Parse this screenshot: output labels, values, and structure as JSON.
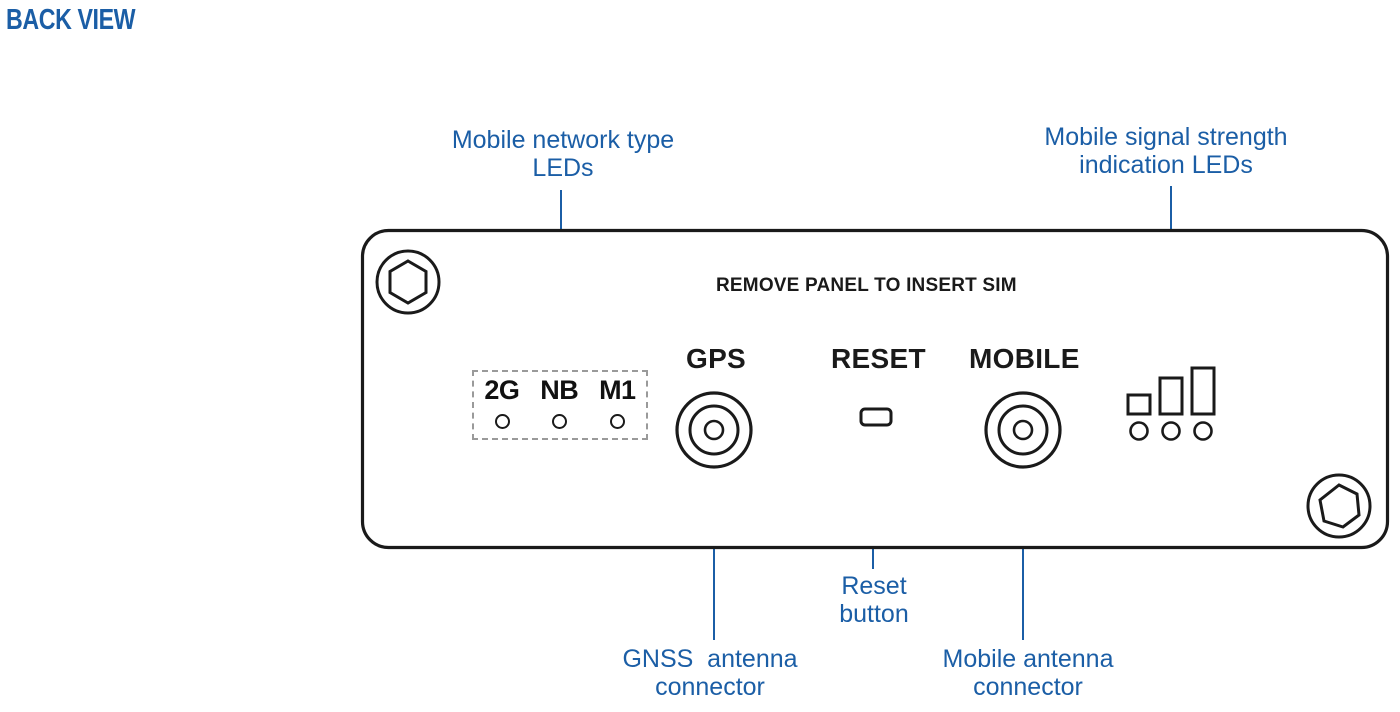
{
  "title": "BACK VIEW",
  "colors": {
    "accent_blue": "#1b5ea6",
    "outline_black": "#1a1a1a",
    "dashed_gray": "#9a9a9a",
    "background": "#ffffff"
  },
  "callouts": {
    "network_type_leds": "Mobile network type\nLEDs",
    "signal_strength_leds": "Mobile signal strength\nindication LEDs",
    "gnss_connector": "GNSS  antenna\nconnector",
    "reset_button": "Reset\nbutton",
    "mobile_connector": "Mobile antenna\nconnector"
  },
  "panel": {
    "sim_notice": "REMOVE PANEL TO INSERT SIM",
    "ports": {
      "gps": "GPS",
      "reset": "RESET",
      "mobile": "MOBILE"
    },
    "network_leds": [
      "2G",
      "NB",
      "M1"
    ],
    "signal_bars": 3,
    "signal_led_count": 3,
    "screws": 2
  }
}
